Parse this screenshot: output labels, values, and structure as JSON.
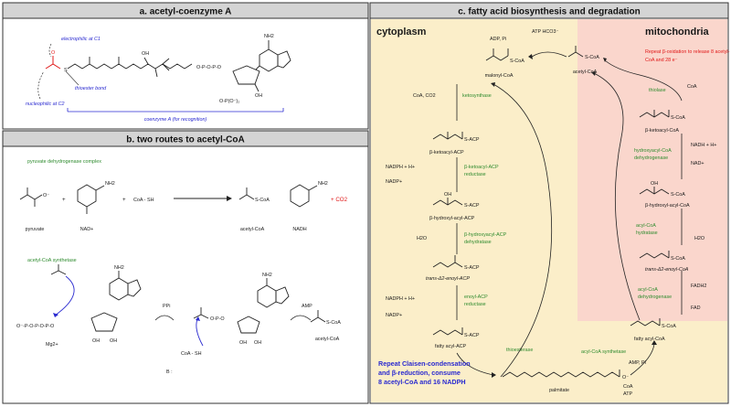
{
  "panel_a": {
    "header": "a. acetyl-coenzyme A",
    "electrophilic": "electrophilic at C1",
    "thioester": "thioester bond",
    "nucleophilic": "nucleophilic at C2",
    "coenzyme": "coenzyme A (for recognition)",
    "oh": "OH",
    "nh2": "NH2"
  },
  "panel_b": {
    "header": "b. two routes to acetyl-CoA",
    "pdh": "pyruvate dehydrogenase complex",
    "pyruvate": "pyruvate",
    "nad": "NAD+",
    "coash": "CoA - SH",
    "acetylcoa": "acetyl-CoA",
    "nadh": "NADH",
    "co2": "+ CO2",
    "acs": "acetyl-CoA synthetase",
    "ppi": "PPi",
    "amp": "AMP",
    "acetylcoa2": "acetyl-CoA",
    "mg": "Mg2+",
    "coash2": "CoA - SH",
    "base": "B :"
  },
  "panel_c": {
    "header": "c. fatty acid biosynthesis and degradation",
    "cytoplasm": "cytoplasm",
    "mitochondria": "mitochondria",
    "repeat_beta": "Repeat β-oxidation to release 8 acetyl-CoA and 28 e⁻",
    "repeat_claisen": "Repeat Claisen-condensation and β-reduction, consume 8 acetyl-CoA and 16 NADPH",
    "atp_hco3": "ATP HCO3⁻",
    "adp_ppi": "ADP, Pi",
    "acetylcoa": "acetyl-CoA",
    "malonylcoa": "malonyl-CoA",
    "coa_co2": "CoA, CO2",
    "ketosynthase": "ketosynthase",
    "ketoacyl_acp": "β-ketoacyl-ACP",
    "nadph1": "NADPH + H+",
    "nadp1": "NADP+",
    "ketoacyl_acp_red": "β-ketoacyl-ACP reductase",
    "hydroxyacyl_acp": "β-hydroxyl-acyl-ACP",
    "h2o_1": "H2O",
    "hydroxyacyl_acp_dehyd": "β-hydroxyacyl-ACP dehydratase",
    "enoyl_acp": "trans-Δ2-enoyl-ACP",
    "nadph2": "NADPH + H+",
    "nadp2": "NADP+",
    "enoyl_acp_red": "enoyl-ACP reductase",
    "fatty_acyl_acp": "fatty acyl-ACP",
    "thioesterase": "thioesterase",
    "palmitate": "palmitate",
    "acylcoa_synth": "acyl-CoA synthetase",
    "amp_pi": "AMP, Pi",
    "coa_atp": "CoA ATP",
    "fatty_acyl_coa": "fatty acyl-CoA",
    "fadh2": "FADH2",
    "fad": "FAD",
    "acylcoa_dehyd": "acyl-CoA dehydrogenase",
    "enoyl_coa": "trans-Δ2-enoyl-CoA",
    "h2o_2": "H2O",
    "acylcoa_hydratase": "acyl-CoA hydratase",
    "hydroxyacyl_coa": "β-hydroxyl-acyl-CoA",
    "nadh_h": "NADH + H+",
    "nad": "NAD+",
    "hydroxyacyl_coa_dehyd": "hydroxyacyl-CoA dehydrogenase",
    "ketoacyl_coa": "β-ketoacyl-CoA",
    "thiolase": "thiolase",
    "coa": "CoA",
    "s_coa": "S-CoA",
    "s_acp": "S-ACP"
  },
  "colors": {
    "header_bg": "#d4d4d4",
    "cytoplasm_bg": "#fbeec9",
    "mito_bg": "#fad6cc",
    "green": "#2e8b2e",
    "blue": "#2a2ad0",
    "red": "#e01818"
  }
}
